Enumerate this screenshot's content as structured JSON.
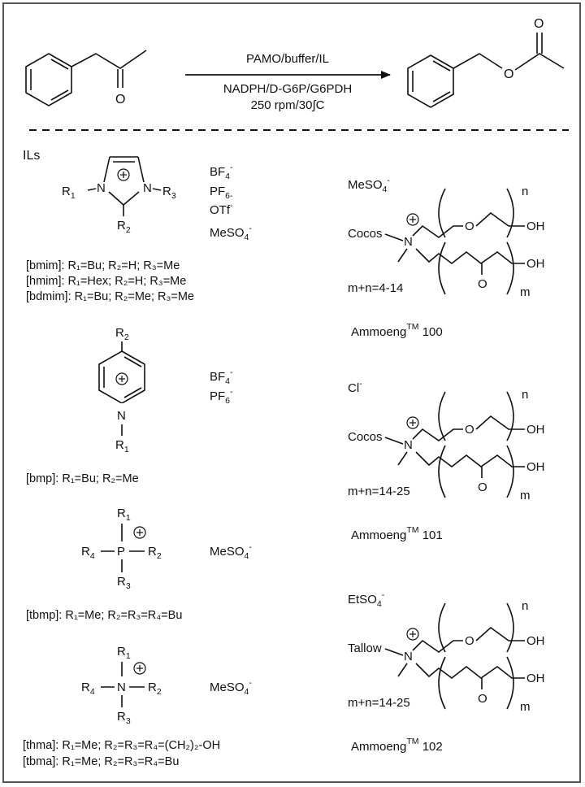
{
  "reaction": {
    "carbonyl_label": "O",
    "ester_o_label": "O",
    "conditions_top": "PAMO/buffer/IL",
    "conditions_mid": "NADPH/D-G6P/G6PDH",
    "conditions_bottom": "250 rpm/30∫C"
  },
  "ils_heading": "ILs",
  "imidazolium": {
    "n_left": "N",
    "n_right": "N",
    "r1": "R",
    "r1_sub": "1",
    "r2": "R",
    "r2_sub": "2",
    "r3": "R",
    "r3_sub": "3",
    "anions": [
      {
        "base": "BF",
        "sub": "4",
        "sup": "-"
      },
      {
        "base": "PF",
        "sub": "6-",
        "sup": ""
      },
      {
        "base": "OTf",
        "sub": "",
        "sup": "-"
      },
      {
        "base": "MeSO",
        "sub": "4",
        "sup": "-"
      }
    ],
    "labels": [
      "[bmim]: R₁=Bu; R₂=H; R₃=Me",
      "[hmim]: R₁=Hex; R₂=H; R₃=Me",
      "[bdmim]: R₁=Bu; R₂=Me; R₃=Me"
    ]
  },
  "pyridinium": {
    "n": "N",
    "r1": "R",
    "r1_sub": "1",
    "r2": "R",
    "r2_sub": "2",
    "anions": [
      {
        "base": "BF",
        "sub": "4",
        "sup": "-"
      },
      {
        "base": "PF",
        "sub": "6",
        "sup": "-"
      }
    ],
    "label": "[bmp]: R₁=Bu; R₂=Me"
  },
  "phosphonium": {
    "p": "P",
    "r1": "R",
    "r1_sub": "1",
    "r2": "R",
    "r2_sub": "2",
    "r3": "R",
    "r3_sub": "3",
    "r4": "R",
    "r4_sub": "4",
    "anion": {
      "base": "MeSO",
      "sub": "4",
      "sup": "-"
    },
    "label": "[tbmp]: R₁=Me; R₂=R₃=R₄=Bu"
  },
  "ammonium": {
    "n": "N",
    "r1": "R",
    "r1_sub": "1",
    "r2": "R",
    "r2_sub": "2",
    "r3": "R",
    "r3_sub": "3",
    "r4": "R",
    "r4_sub": "4",
    "anion": {
      "base": "MeSO",
      "sub": "4",
      "sup": "-"
    },
    "labels": [
      "[thma]: R₁=Me; R₂=R₃=R₄=(CH₂)₂-OH",
      "[tbma]: R₁=Me; R₂=R₃=R₄=Bu"
    ]
  },
  "ammoeng": [
    {
      "anion_base": "MeSO",
      "anion_sub": "4",
      "anion_sup": "-",
      "alkyl": "Cocos",
      "n_label": "N",
      "o_label": "O",
      "oh_label": "OH",
      "n_index": "n",
      "m_index": "m",
      "range": "m+n=4-14",
      "name": "Ammoeng",
      "tm": "TM",
      "number": "100"
    },
    {
      "anion_base": "Cl",
      "anion_sub": "",
      "anion_sup": "-",
      "alkyl": "Cocos",
      "n_label": "N",
      "o_label": "O",
      "oh_label": "OH",
      "n_index": "n",
      "m_index": "m",
      "range": "m+n=14-25",
      "name": "Ammoeng",
      "tm": "TM",
      "number": "101"
    },
    {
      "anion_base": "EtSO",
      "anion_sub": "4",
      "anion_sup": "-",
      "alkyl": "Tallow",
      "n_label": "N",
      "o_label": "O",
      "oh_label": "OH",
      "n_index": "n",
      "m_index": "m",
      "range": "m+n=14-25",
      "name": "Ammoeng",
      "tm": "TM",
      "number": "102"
    }
  ]
}
